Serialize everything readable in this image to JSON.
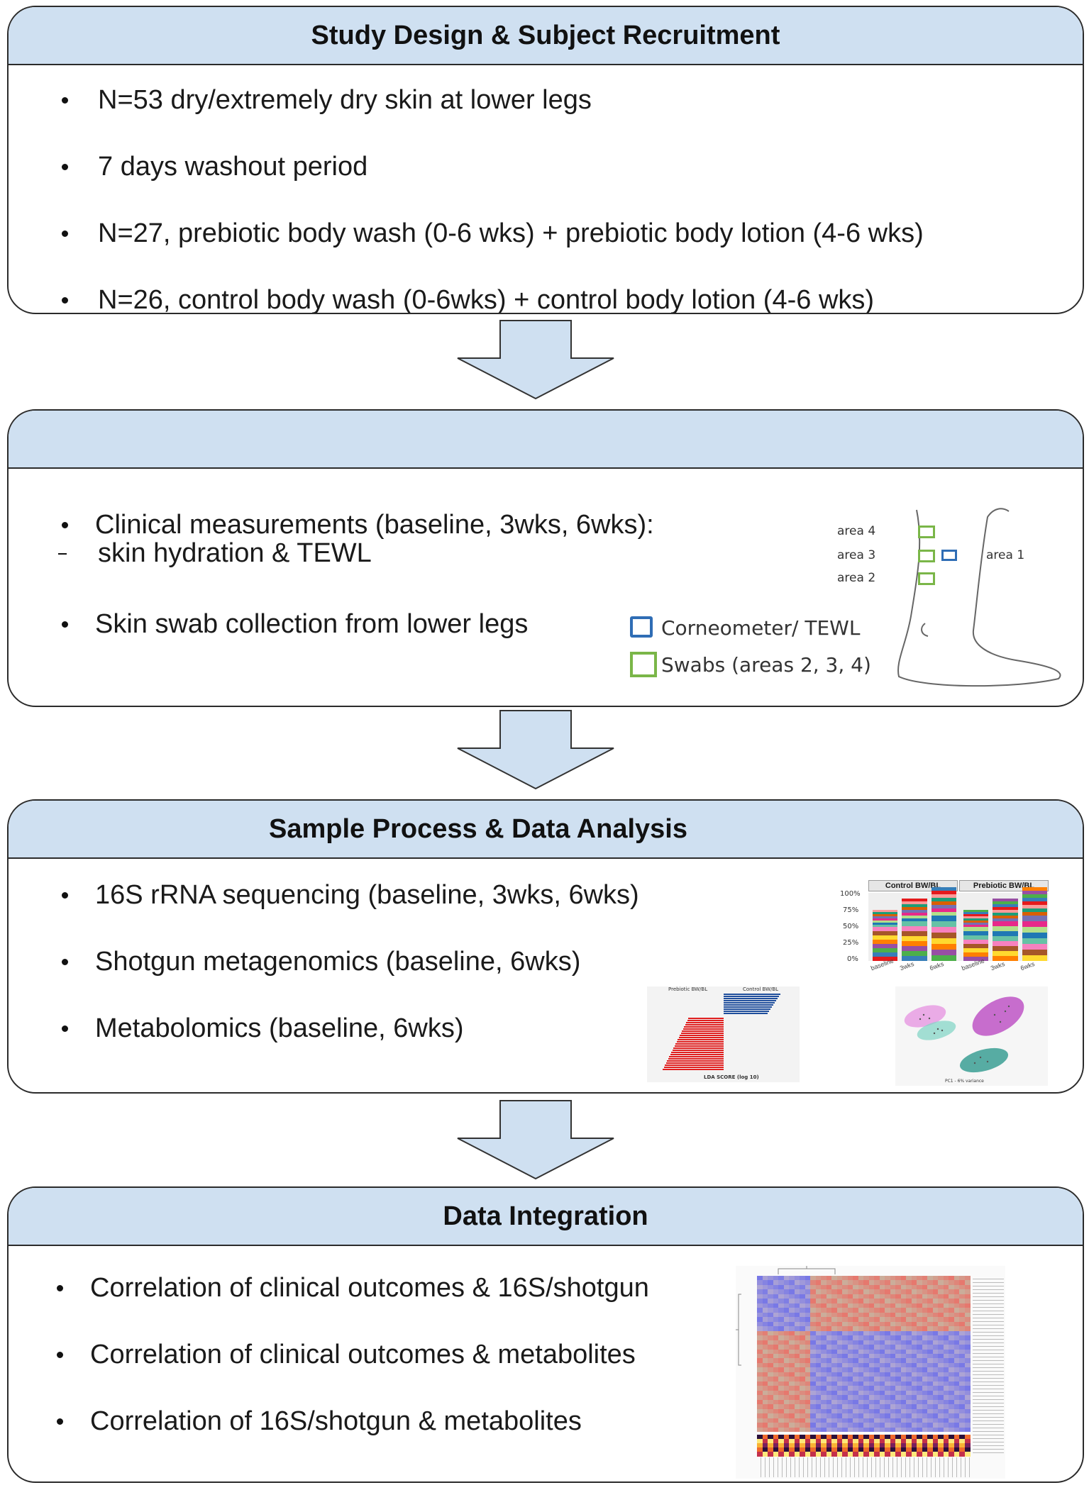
{
  "panels": [
    {
      "header": "Study Design & Subject Recruitment",
      "bullets": [
        "N=53 dry/extremely dry skin at lower legs",
        "7 days washout period",
        "N=27, prebiotic body wash (0-6 wks) + prebiotic body lotion (4-6 wks)",
        "N=26, control body wash (0-6wks) + control body lotion (4-6 wks)"
      ]
    },
    {
      "header": "",
      "bullets": [
        "Clinical measurements (baseline, 3wks, 6wks):",
        "skin hydration & TEWL",
        "Skin swab collection from lower legs"
      ],
      "leg_figure": {
        "area_labels": [
          "area 4",
          "area 3",
          "area 2",
          "area 1"
        ],
        "legend": [
          "Corneometer/ TEWL",
          "Swabs (areas 2, 3, 4)"
        ],
        "colors": {
          "corneometer": "#2f6db5",
          "swab": "#7ab648"
        }
      }
    },
    {
      "header": "Sample Process & Data Analysis",
      "bullets": [
        "16S rRNA sequencing (baseline, 3wks, 6wks)",
        "Shotgun metagenomics (baseline, 6wks)",
        "Metabolomics (baseline, 6wks)"
      ],
      "stacked_bar": {
        "facets": [
          "Control BW/BL",
          "Prebiotic BW/BL"
        ],
        "categories": [
          "baseline",
          "3wks",
          "6wks",
          "baseline",
          "3wks",
          "6wks"
        ],
        "y_ticks": [
          "100%",
          "75%",
          "50%",
          "25%",
          "0%"
        ]
      },
      "lda": {
        "groups": [
          "Prebiotic BW/BL",
          "Control BW/BL"
        ],
        "xlabel": "LDA SCORE (log 10)",
        "colors": {
          "prebiotic": "#e01e1e",
          "control": "#1f4e9c"
        }
      },
      "pca": {
        "xlabel": "PC1 - 6% variance",
        "colors": [
          "#b73fbf",
          "#e58be0",
          "#7fd4c4",
          "#2f9a8e"
        ]
      }
    },
    {
      "header": "Data Integration",
      "bullets": [
        "Correlation of clinical outcomes & 16S/shotgun",
        "Correlation of clinical outcomes & metabolites",
        "Correlation of 16S/shotgun & metabolites"
      ]
    }
  ]
}
